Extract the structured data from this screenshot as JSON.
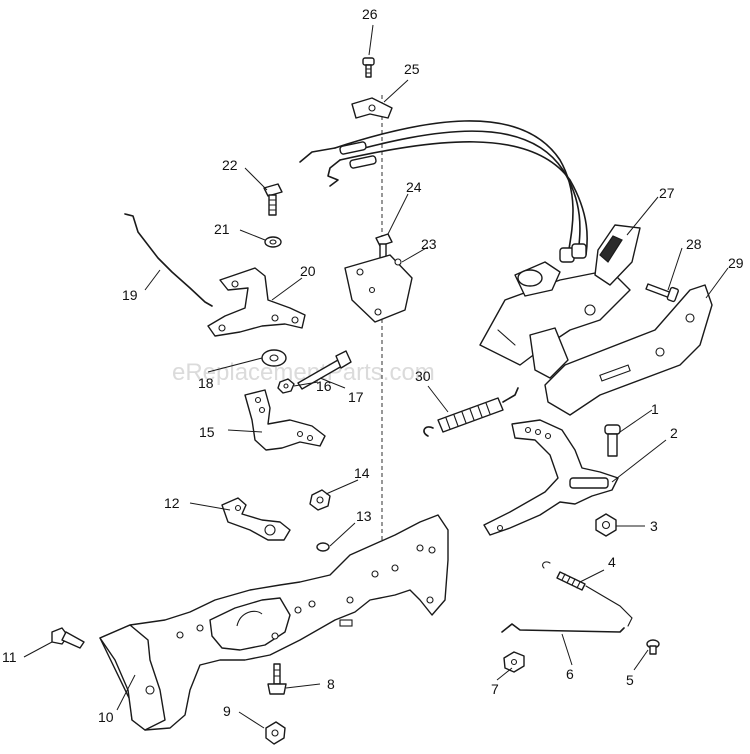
{
  "diagram": {
    "watermark": "eReplacementParts.com",
    "colors": {
      "line": "#1a1a1a",
      "background": "#ffffff",
      "watermark": "#cfcfcf"
    },
    "callouts": [
      "1",
      "2",
      "3",
      "4",
      "5",
      "6",
      "7",
      "8",
      "9",
      "10",
      "11",
      "12",
      "13",
      "14",
      "15",
      "16",
      "17",
      "18",
      "19",
      "20",
      "21",
      "22",
      "23",
      "24",
      "25",
      "26",
      "27",
      "28",
      "29",
      "30"
    ]
  }
}
